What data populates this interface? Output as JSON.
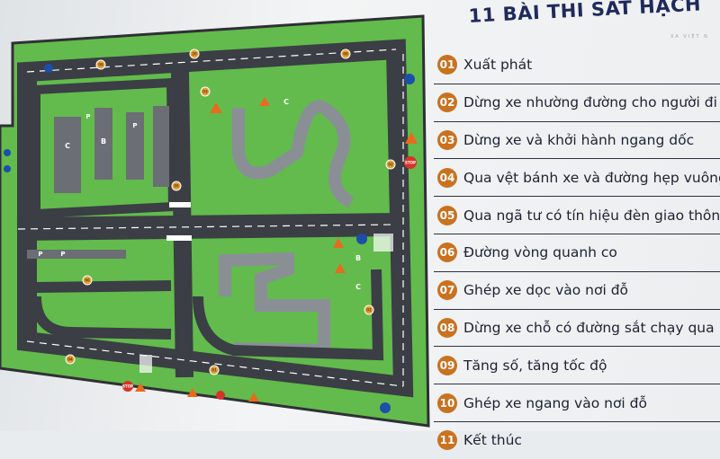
{
  "sign": {
    "title": "11 BÀI THI SÁT HẠCH",
    "watermark": "XA VIỆT N",
    "accent_color": "#c9721f",
    "text_color": "#1d2233",
    "items": [
      {
        "num": "01",
        "label": "Xuất phát"
      },
      {
        "num": "02",
        "label": "Dừng xe nhường đường cho người đi bộ"
      },
      {
        "num": "03",
        "label": "Dừng xe và khởi hành ngang dốc"
      },
      {
        "num": "04",
        "label": "Qua vệt bánh xe và đường hẹp vuông gó"
      },
      {
        "num": "05",
        "label": "Qua ngã tư có tín hiệu đèn giao thông"
      },
      {
        "num": "06",
        "label": "Đường vòng quanh co"
      },
      {
        "num": "07",
        "label": "Ghép xe dọc vào nơi đỗ"
      },
      {
        "num": "08",
        "label": "Dừng xe chỗ có đường sắt chạy qua"
      },
      {
        "num": "09",
        "label": "Tăng số, tăng tốc độ"
      },
      {
        "num": "10",
        "label": "Ghép xe ngang vào nơi đỗ"
      },
      {
        "num": "11",
        "label": "Kết thúc"
      }
    ]
  },
  "map": {
    "green_color": "#62bb4c",
    "road_color": "#3b3e44",
    "zone_labels": [
      "C",
      "B",
      "C",
      "B",
      "C"
    ],
    "parking_labels": [
      "P",
      "P",
      "P",
      "P"
    ],
    "markers": [
      "20",
      "09",
      "03",
      "08",
      "02",
      "06",
      "04",
      "01",
      "02",
      "05"
    ],
    "sign_text": [
      "STOP",
      "STOP"
    ]
  }
}
